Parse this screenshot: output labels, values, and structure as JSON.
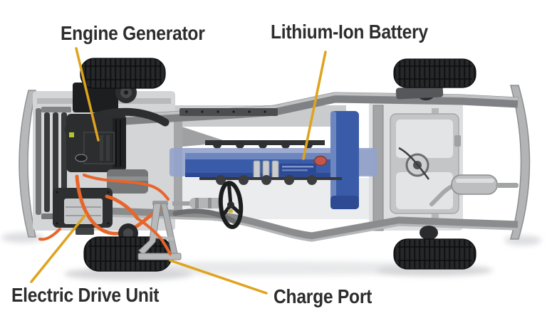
{
  "callouts": [
    {
      "id": "engine-generator",
      "label": "Engine Generator"
    },
    {
      "id": "lithium-ion-battery",
      "label": "Lithium-Ion Battery"
    },
    {
      "id": "electric-drive-unit",
      "label": "Electric Drive Unit"
    },
    {
      "id": "charge-port",
      "label": "Charge Port"
    }
  ],
  "colors": {
    "background": "#FFFFFF",
    "label_text": "#2D2D2D",
    "callout_line": "#DFA31D",
    "battery_blue": "#3A5CA8",
    "battery_blue_light": "#93A3CB",
    "cable_orange": "#E8652A",
    "chassis_gray": "#9EA0A3",
    "tire_black": "#1E2022"
  }
}
